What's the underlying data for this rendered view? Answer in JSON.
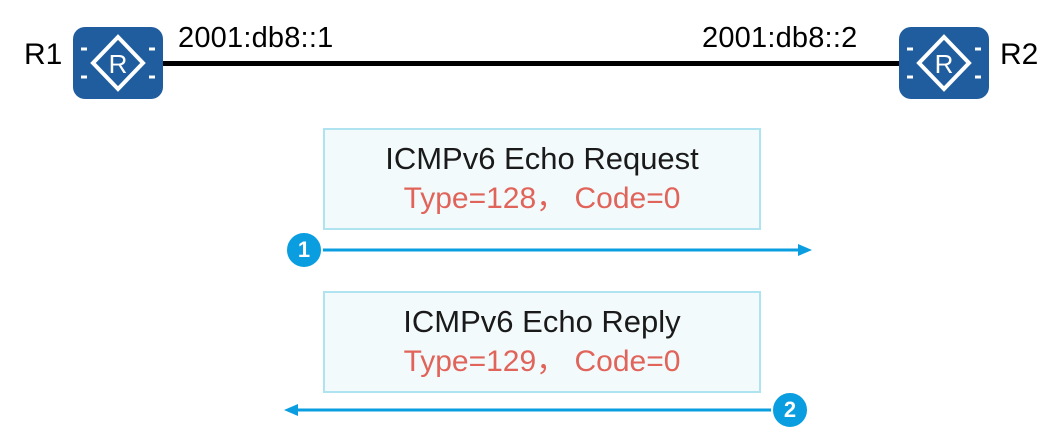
{
  "nodes": {
    "r1": {
      "label": "R1",
      "address": "2001:db8::1"
    },
    "r2": {
      "label": "R2",
      "address": "2001:db8::2"
    },
    "router_icon_glyph": "R"
  },
  "messages": [
    {
      "step": "1",
      "title": "ICMPv6 Echo Request",
      "code_text": "Type=128， Code=0",
      "direction": "R1 to R2"
    },
    {
      "step": "2",
      "title": "ICMPv6 Echo Reply",
      "code_text": "Type=129， Code=0",
      "direction": "R2 to R1"
    }
  ],
  "colors": {
    "router_fill": "#1f5d9e",
    "arrow": "#0a9ee0",
    "code_text": "#e0645a",
    "box_fill": "#f3fafc",
    "box_border": "#aee3ef"
  }
}
